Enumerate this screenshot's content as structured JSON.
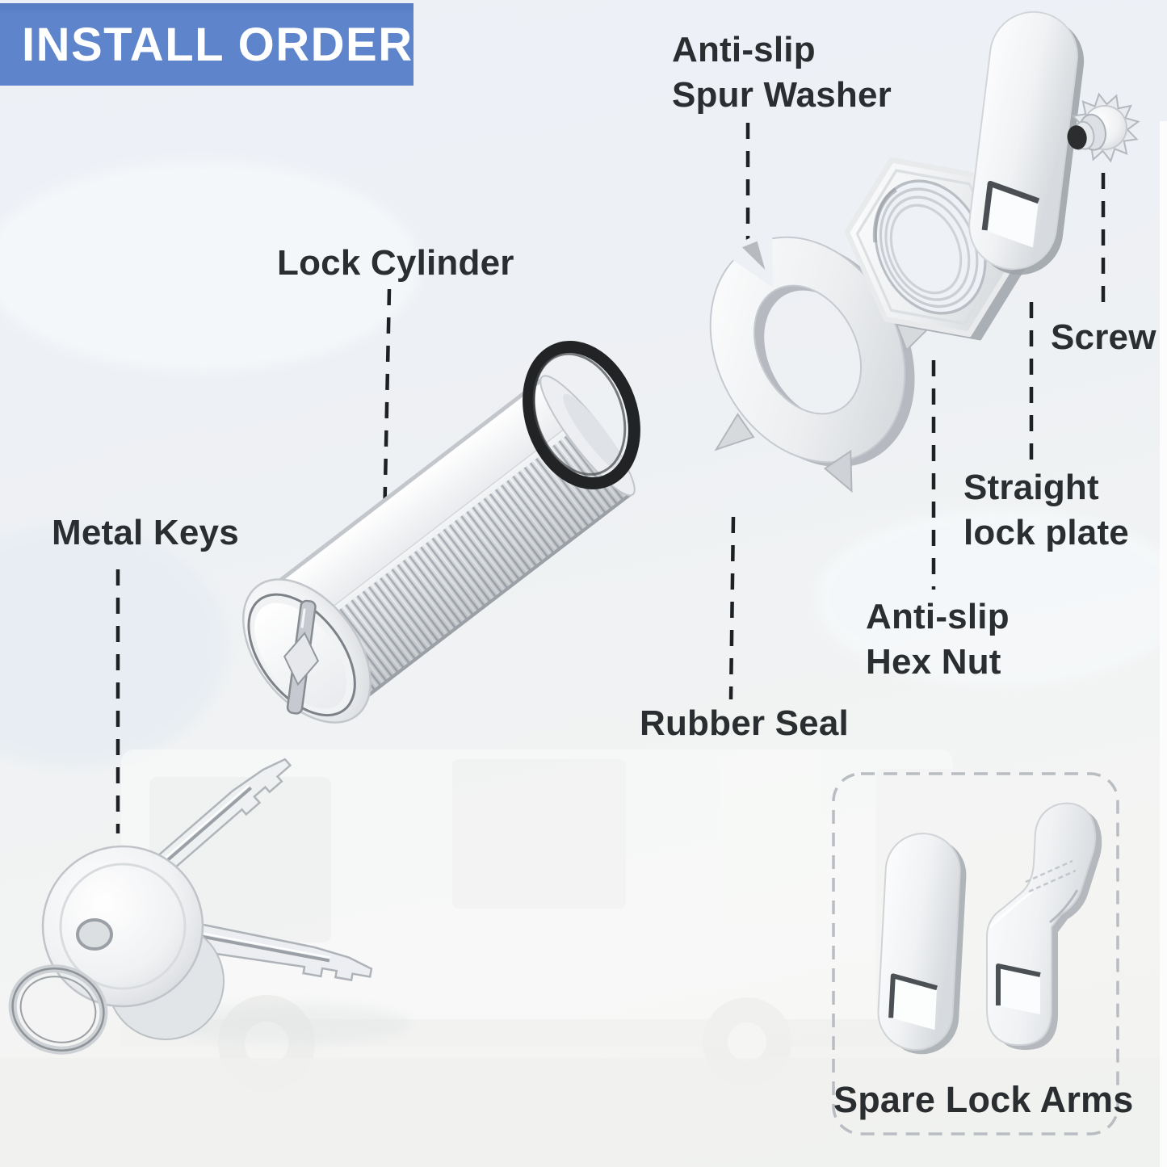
{
  "banner": {
    "label": "INSTALL ORDER"
  },
  "labels": {
    "spur_washer": {
      "line1": "Anti-slip",
      "line2": "Spur Washer"
    },
    "lock_cylinder": {
      "text": "Lock Cylinder"
    },
    "screw": {
      "text": "Screw"
    },
    "straight_lock_plate": {
      "line1": "Straight",
      "line2": "lock plate"
    },
    "hex_nut": {
      "line1": "Anti-slip",
      "line2": "Hex Nut"
    },
    "rubber_seal": {
      "text": "Rubber Seal"
    },
    "metal_keys": {
      "text": "Metal Keys"
    },
    "spare_lock_arms": {
      "text": "Spare Lock Arms"
    }
  },
  "parts": [
    "metal-keys",
    "lock-cylinder",
    "rubber-seal",
    "anti-slip-spur-washer",
    "anti-slip-hex-nut",
    "straight-lock-plate",
    "screw",
    "spare-lock-arms"
  ],
  "colors": {
    "banner_bg": "#5e84cb",
    "banner_text": "#ffffff",
    "label_text": "#2b2e31",
    "leader_line": "#1e2124",
    "rubber_seal_black": "#212325",
    "metal_highlight": "#ffffff",
    "metal_mid": "#e2e5e8",
    "metal_shadow": "#b2b6bb",
    "dashed_box_border": "#b9bdc2",
    "background_top": "#edf1f7",
    "background_bottom": "#f2f3f0"
  }
}
